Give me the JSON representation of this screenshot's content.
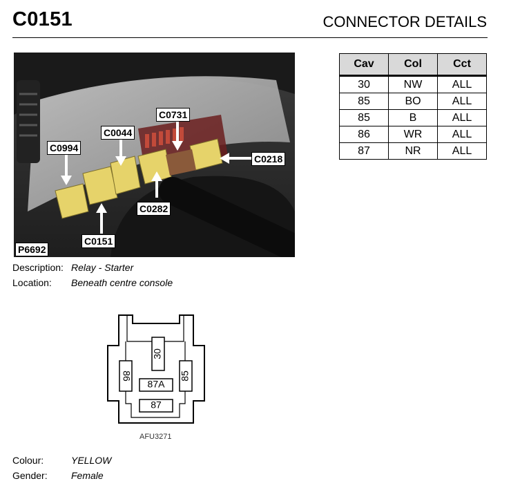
{
  "header": {
    "title": "C0151",
    "subtitle": "CONNECTOR DETAILS"
  },
  "photo": {
    "reference": "P6692",
    "callouts": [
      "C0731",
      "C0044",
      "C0994",
      "C0218",
      "C0282",
      "C0151"
    ]
  },
  "details": {
    "description_label": "Description:",
    "description_value": "Relay - Starter",
    "location_label": "Location:",
    "location_value": "Beneath centre console",
    "colour_label": "Colour:",
    "colour_value": "YELLOW",
    "gender_label": "Gender:",
    "gender_value": "Female"
  },
  "table": {
    "headers": [
      "Cav",
      "Col",
      "Cct"
    ],
    "rows": [
      [
        "30",
        "NW",
        "ALL"
      ],
      [
        "85",
        "BO",
        "ALL"
      ],
      [
        "85",
        "B",
        "ALL"
      ],
      [
        "86",
        "WR",
        "ALL"
      ],
      [
        "87",
        "NR",
        "ALL"
      ]
    ]
  },
  "connector_diagram": {
    "pins": [
      "30",
      "86",
      "85",
      "87A",
      "87"
    ],
    "figure_label": "AFU3271"
  },
  "colors": {
    "connector_yellow": "#e6d36a",
    "connector_brown": "#8a5a3a",
    "table_header_bg": "#d9d9d9"
  }
}
